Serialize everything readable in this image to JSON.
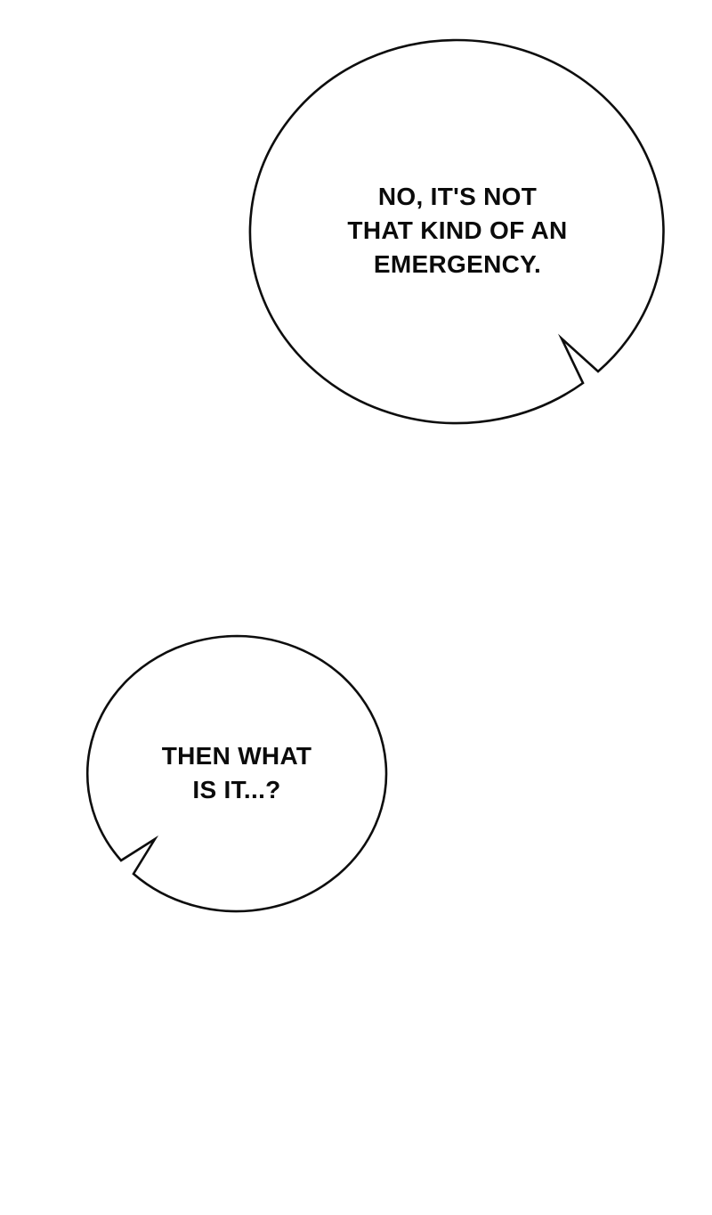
{
  "page": {
    "type": "comic-panel",
    "background_color": "#ffffff",
    "text_color": "#0b0b0b"
  },
  "bubbles": [
    {
      "name": "speech-bubble-top",
      "lines": [
        "NO, IT'S NOT",
        "THAT KIND OF AN",
        "EMERGENCY."
      ],
      "full_text": "NO, IT'S NOT THAT KIND OF AN EMERGENCY.",
      "stroke_color": "#0d0d0d",
      "fill_color": "#ffffff",
      "tail_direction": "bottom-right"
    },
    {
      "name": "speech-bubble-bottom",
      "lines": [
        "THEN WHAT",
        "IS IT...?"
      ],
      "full_text": "THEN WHAT IS IT...?",
      "stroke_color": "#0d0d0d",
      "fill_color": "#ffffff",
      "tail_direction": "bottom-left"
    }
  ]
}
